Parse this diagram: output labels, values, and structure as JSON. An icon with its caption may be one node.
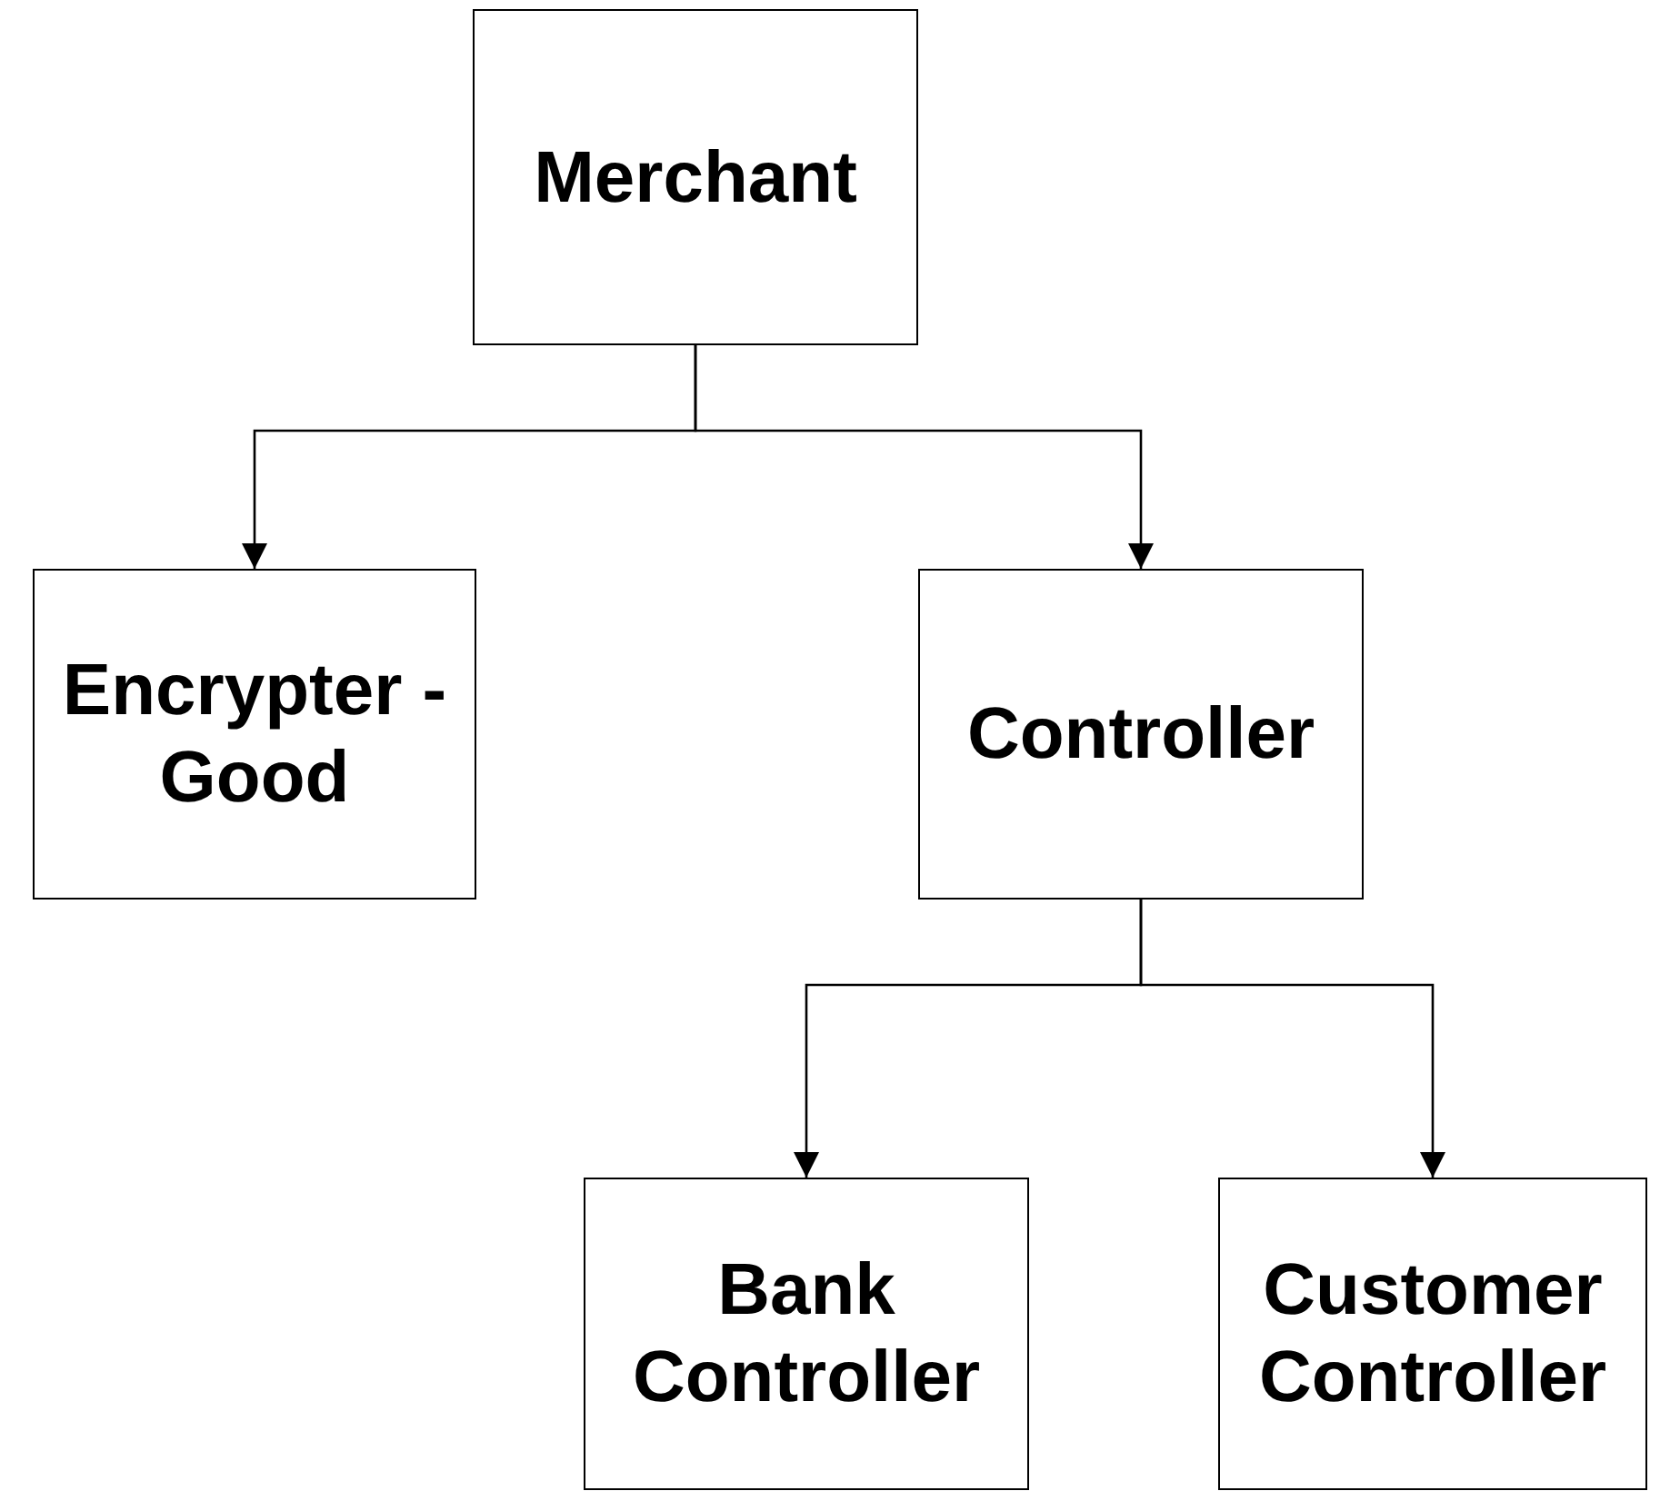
{
  "diagram": {
    "nodes": [
      {
        "text": [
          "Merchant"
        ]
      },
      {
        "text": [
          "Encrypter -Good"
        ]
      },
      {
        "text": [
          "Controller"
        ]
      },
      {
        "text": [
          "Bank Controller"
        ]
      },
      {
        "text": [
          "Customer Controller"
        ]
      }
    ],
    "edges": [
      {
        "from": 0,
        "to": 1,
        "arrow": "to"
      },
      {
        "from": 0,
        "to": 2,
        "arrow": "to"
      },
      {
        "from": 2,
        "to": 3,
        "arrow": "to"
      },
      {
        "from": 2,
        "to": 4,
        "arrow": "to"
      }
    ]
  }
}
